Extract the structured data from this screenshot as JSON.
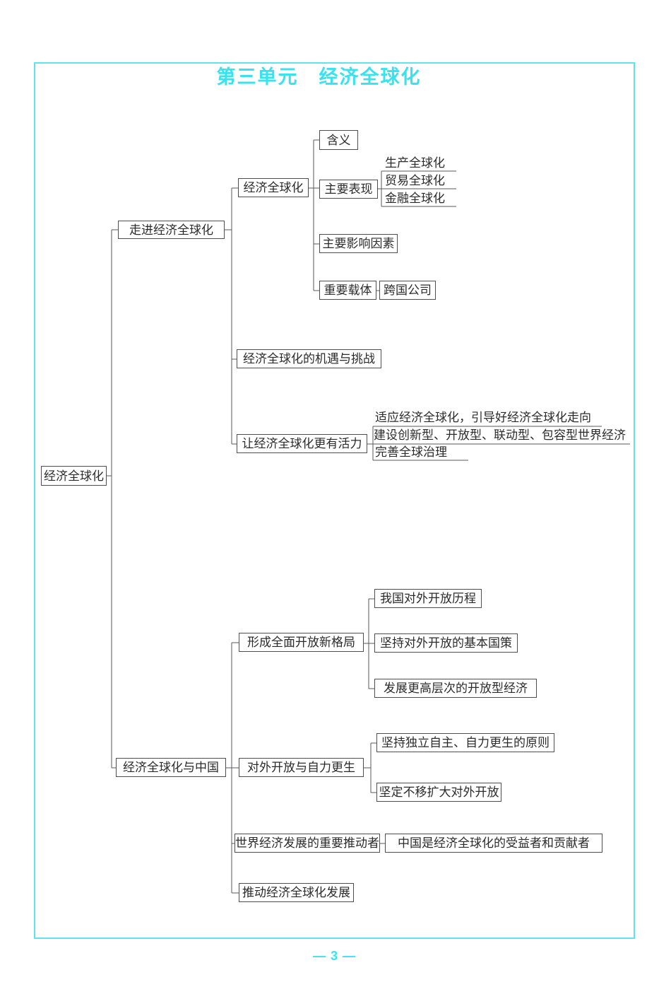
{
  "page": {
    "title": "第三单元　经济全球化",
    "page_number": "3",
    "footer": "— 3 —",
    "colors": {
      "accent_cyan": "#38e2ee",
      "band_fill": "#e6fbfd",
      "frame_border": "#5fe4ee",
      "box_border": "#4e4e50",
      "line": "#59595c",
      "text": "#2b2b2b"
    }
  },
  "diagram": {
    "root": {
      "label": "经济全球化"
    },
    "branches": [
      {
        "label": "走进经济全球化",
        "children": [
          {
            "label": "经济全球化",
            "children": [
              {
                "label": "含义"
              },
              {
                "label": "主要表现",
                "children": [
                  {
                    "label": "生产全球化"
                  },
                  {
                    "label": "贸易全球化"
                  },
                  {
                    "label": "金融全球化"
                  }
                ]
              },
              {
                "label": "主要影响因素"
              },
              {
                "label": "重要载体",
                "children": [
                  {
                    "label": "跨国公司"
                  }
                ]
              }
            ]
          },
          {
            "label": "经济全球化的机遇与挑战"
          },
          {
            "label": "让经济全球化更有活力",
            "children": [
              {
                "label": "适应经济全球化，引导好经济全球化走向"
              },
              {
                "label": "建设创新型、开放型、联动型、包容型世界经济"
              },
              {
                "label": "完善全球治理"
              }
            ]
          }
        ]
      },
      {
        "label": "经济全球化与中国",
        "children": [
          {
            "label": "形成全面开放新格局",
            "children": [
              {
                "label": "我国对外开放历程"
              },
              {
                "label": "坚持对外开放的基本国策"
              },
              {
                "label": "发展更高层次的开放型经济"
              }
            ]
          },
          {
            "label": "对外开放与自力更生",
            "children": [
              {
                "label": "坚持独立自主、自力更生的原则"
              },
              {
                "label": "坚定不移扩大对外开放"
              }
            ]
          },
          {
            "label": "世界经济发展的重要推动者",
            "children": [
              {
                "label": "中国是经济全球化的受益者和贡献者"
              }
            ]
          },
          {
            "label": "推动经济全球化发展"
          }
        ]
      }
    ]
  }
}
